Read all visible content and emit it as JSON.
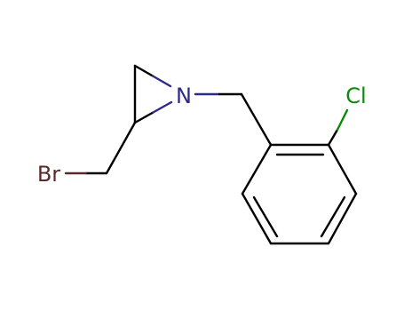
{
  "molecule": {
    "atoms": {
      "nitrogen": "N",
      "chlorine": "Cl",
      "bromine": "Br"
    },
    "colors": {
      "bond": "#000000",
      "nitrogen": "#2e2a8a",
      "chlorine": "#0b8a0b",
      "bromine": "#5a2a2a"
    }
  }
}
